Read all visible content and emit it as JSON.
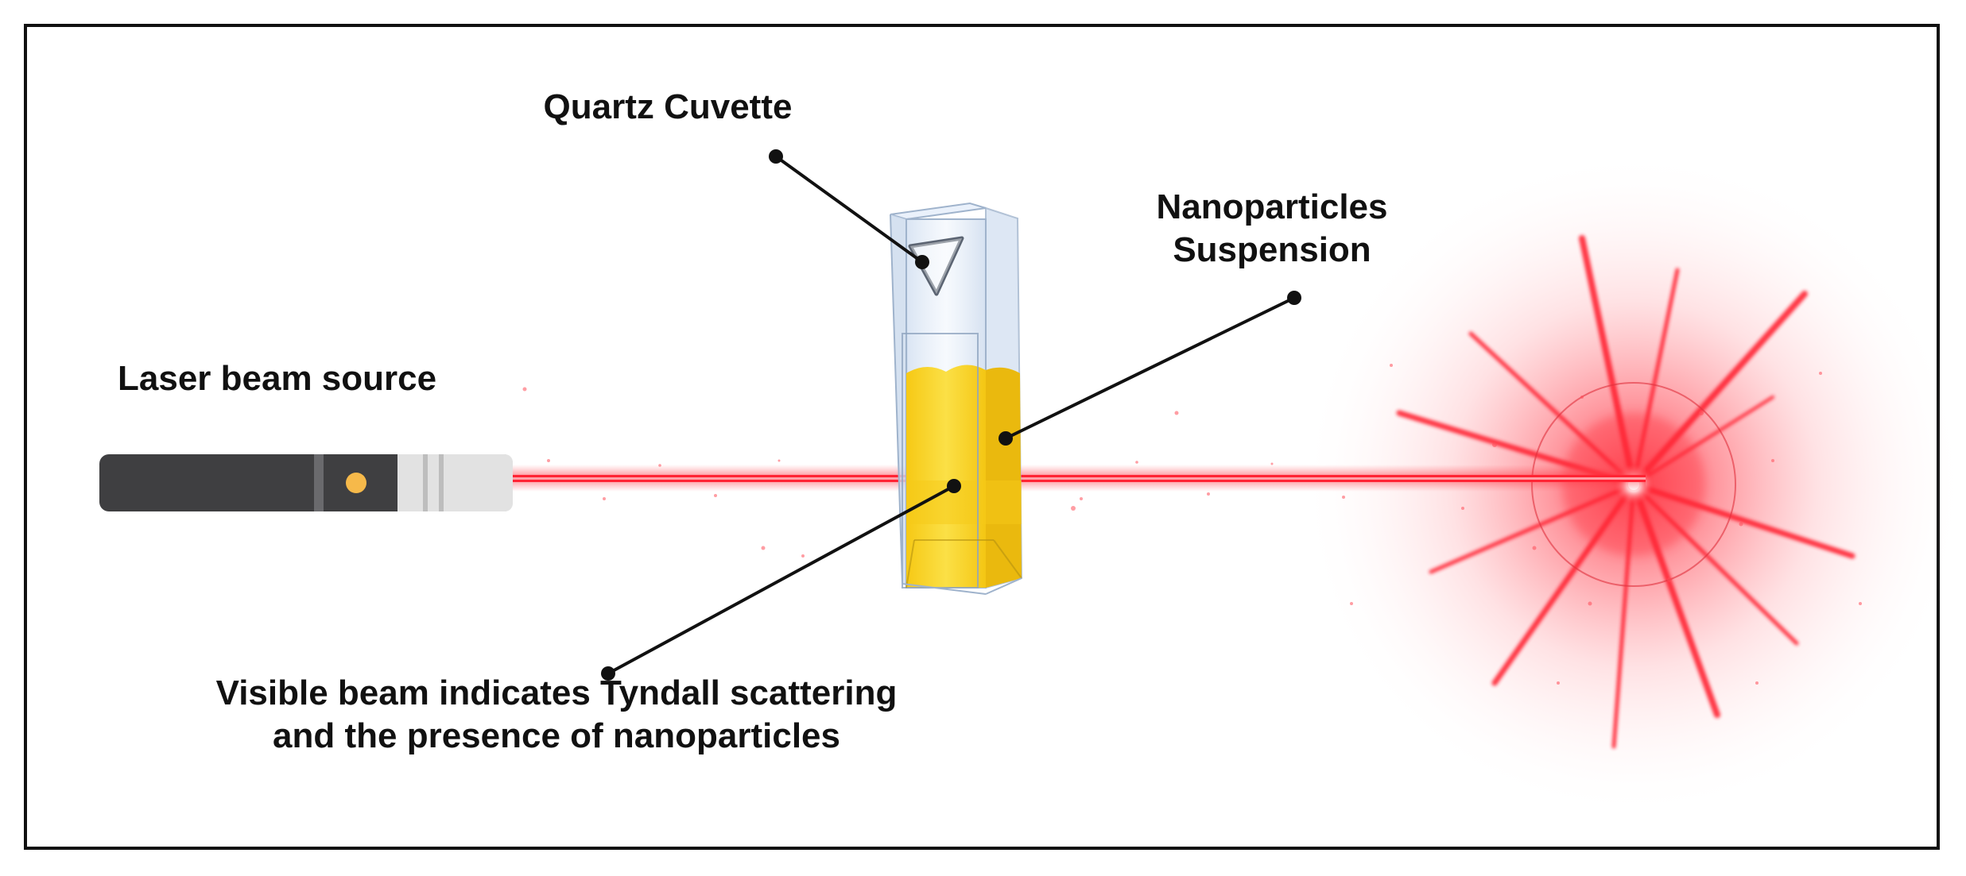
{
  "labels": {
    "cuvette": "Quartz Cuvette",
    "nanoparticles_line1": "Nanoparticles",
    "nanoparticles_line2": "Suspension",
    "laser_source": "Laser beam source",
    "tyndall_line1": "Visible beam indicates Tyndall scattering",
    "tyndall_line2": "and the presence of nanoparticles"
  },
  "colors": {
    "border": "#111111",
    "laser_body": "#3f3f41",
    "laser_tip": "#e2e2e2",
    "laser_button": "#f6b94a",
    "beam": "#ff2d3a",
    "glow": "#ff3b47",
    "suspension": "#f7d21c",
    "cuvette_glass": "#dde9f8"
  },
  "icons": {
    "laser": "laser-pointer-icon",
    "cuvette": "cuvette-icon",
    "burst": "light-burst-icon"
  }
}
